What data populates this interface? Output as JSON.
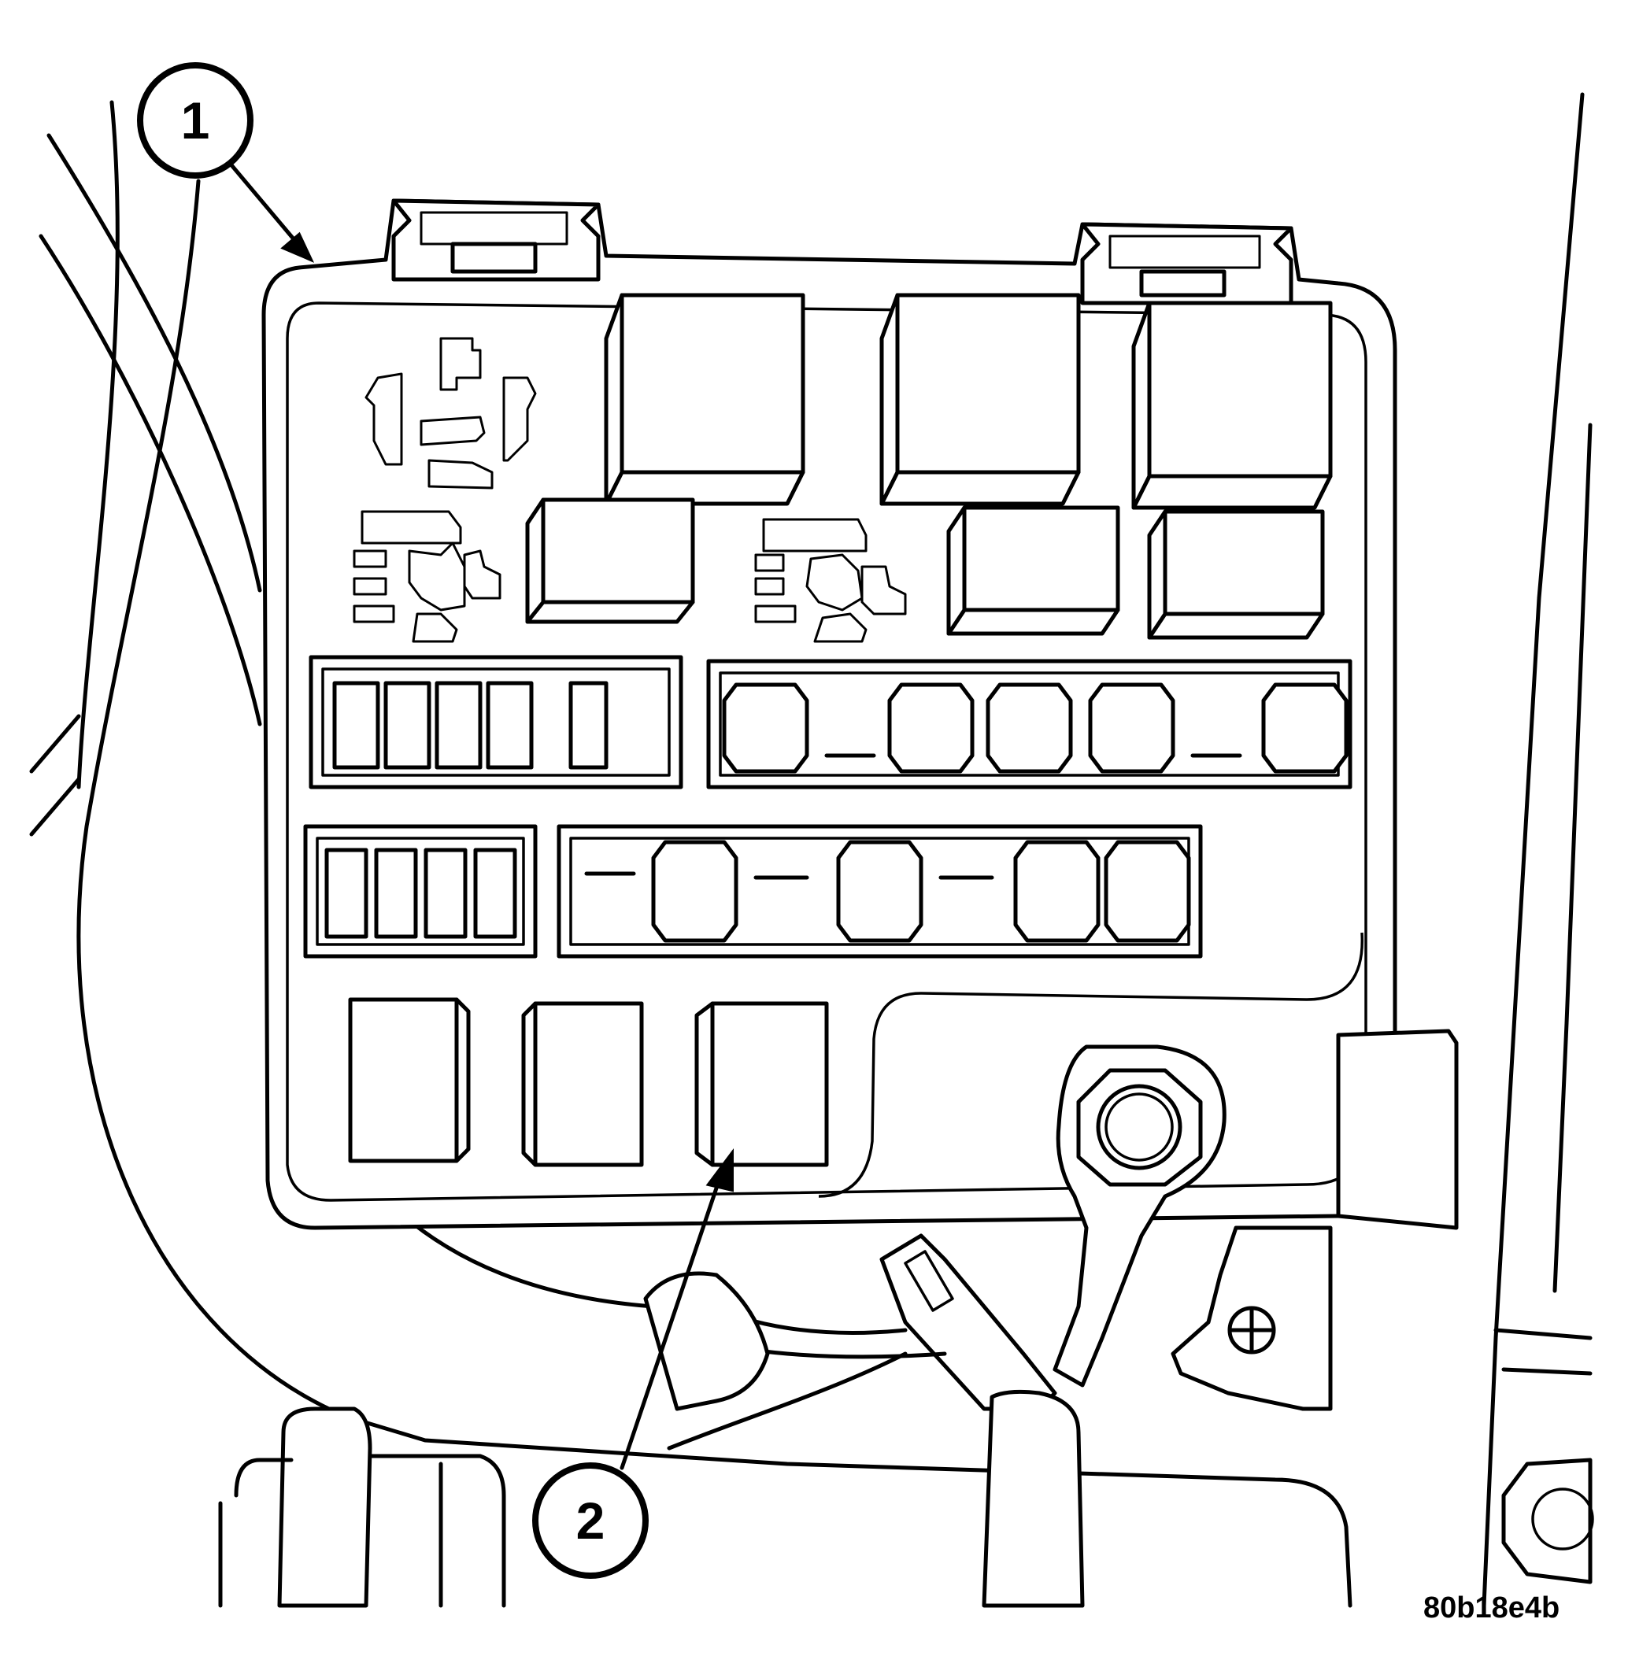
{
  "callouts": [
    {
      "label": "1"
    },
    {
      "label": "2"
    }
  ],
  "figure_id": "80b18e4b"
}
